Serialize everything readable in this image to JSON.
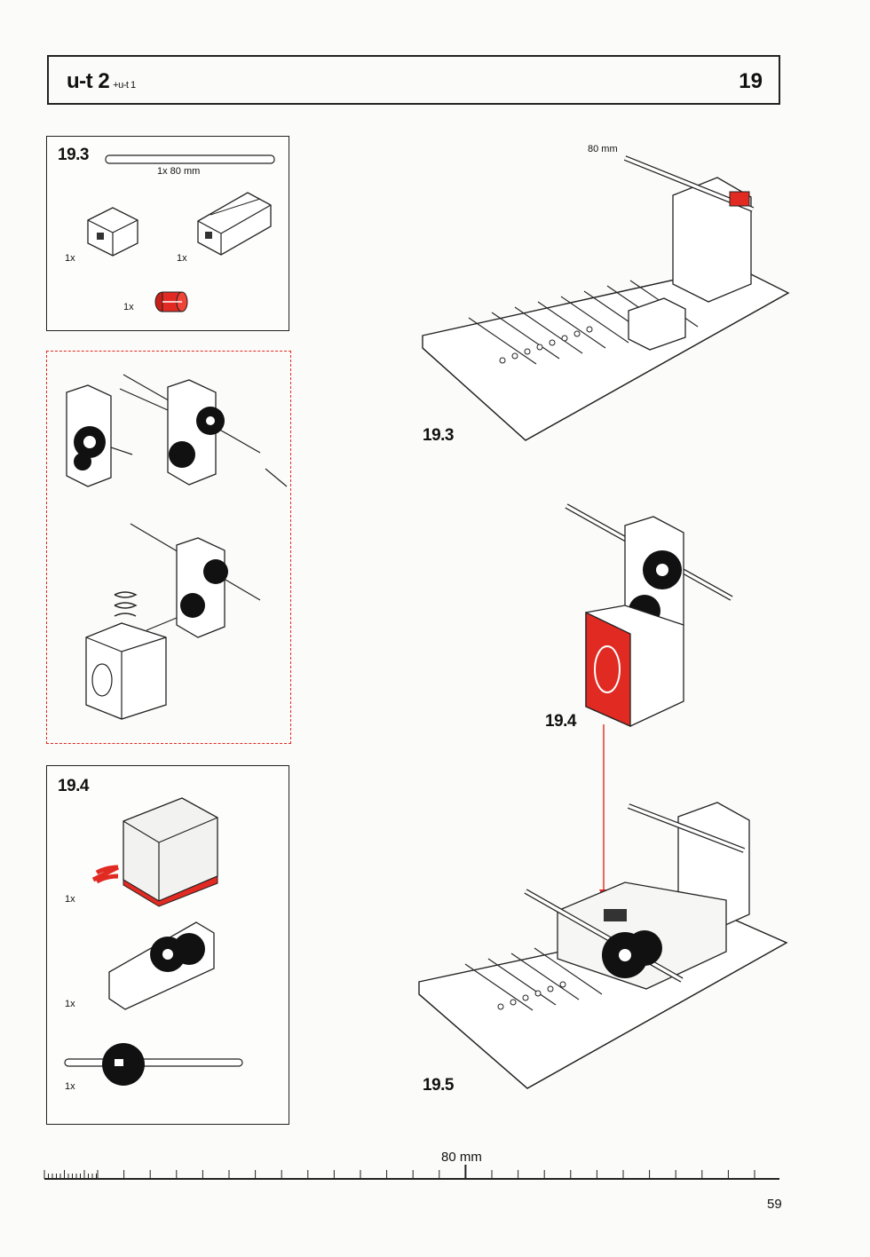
{
  "header": {
    "model": "u-t 2",
    "sub": "+u-t 1",
    "page": "19"
  },
  "parts_19_3": {
    "label": "19.3",
    "axle_caption": "1x  80 mm",
    "qty_block_small": "1x",
    "qty_block_large": "1x",
    "qty_bushing": "1x"
  },
  "parts_19_4": {
    "label": "19.4",
    "qty_motor": "1x",
    "qty_gearbox": "1x",
    "qty_axle": "1x"
  },
  "assembly_19_3": {
    "label": "19.3",
    "axle_length": "80 mm"
  },
  "assembly_19_4": {
    "label": "19.4"
  },
  "assembly_19_5": {
    "label": "19.5"
  },
  "ruler": {
    "label": "80 mm"
  },
  "footer": {
    "page_number": "59"
  },
  "colors": {
    "accent_red": "#e02a22",
    "line": "#222222"
  }
}
